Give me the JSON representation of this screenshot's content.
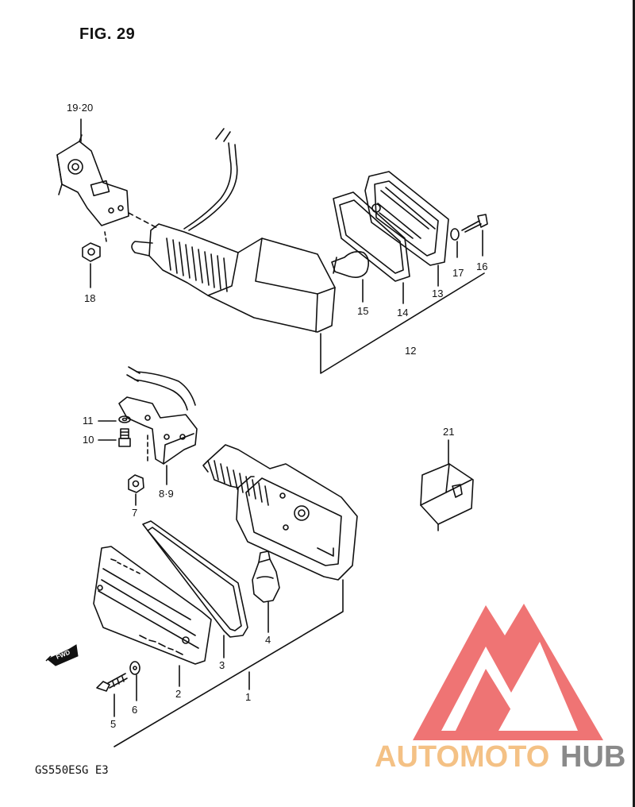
{
  "figure": {
    "title": "FIG. 29",
    "model_code": "GS550ESG  E3"
  },
  "callouts": {
    "c1": "1",
    "c2": "2",
    "c3": "3",
    "c4": "4",
    "c5": "5",
    "c6": "6",
    "c7": "7",
    "c8_9": "8·9",
    "c10": "10",
    "c11": "11",
    "c12": "12",
    "c13": "13",
    "c14": "14",
    "c15": "15",
    "c16": "16",
    "c17": "17",
    "c18": "18",
    "c19_20": "19·20",
    "c21": "21"
  },
  "fwd_marker": {
    "label": "FWD"
  },
  "watermark": {
    "text_a": "AUTOMOTO",
    "text_b": "HUB",
    "color_a": "#f4c185",
    "color_b": "#8a8a8a",
    "logo_color": "#ea4a4a"
  }
}
